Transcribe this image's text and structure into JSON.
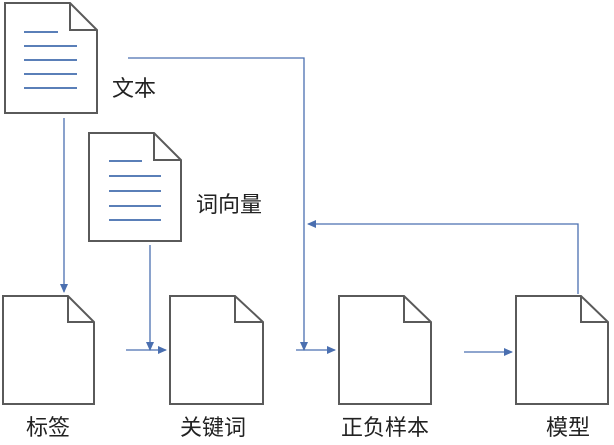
{
  "colors": {
    "doc_stroke": "#5a5a5a",
    "doc_fill": "#ffffff",
    "text_lines": "#5a7fb8",
    "arrow": "#4a6fb0",
    "label": "#222222"
  },
  "nodes": {
    "text_doc": {
      "label": "文本"
    },
    "word_vector_doc": {
      "label": "词向量"
    },
    "tags_doc": {
      "label": "标签"
    },
    "keywords_doc": {
      "label": "关键词"
    },
    "samples_doc": {
      "label": "正负样本"
    },
    "model_doc": {
      "label": "模型"
    }
  },
  "edges": [
    {
      "from": "文本",
      "to": "标签"
    },
    {
      "from": "文本",
      "to": "正负样本"
    },
    {
      "from": "词向量",
      "to": "关键词"
    },
    {
      "from": "标签",
      "to": "关键词"
    },
    {
      "from": "关键词",
      "to": "正负样本"
    },
    {
      "from": "正负样本",
      "to": "模型"
    },
    {
      "from": "模型",
      "to": "正负样本"
    }
  ]
}
